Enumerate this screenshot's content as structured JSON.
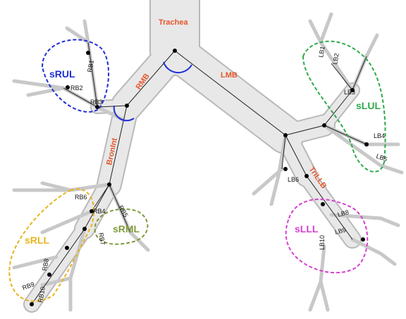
{
  "colors": {
    "segment_label": "#e4572e",
    "sRUL": "#1f2fd6",
    "sLUL": "#2eaa4a",
    "sRLL": "#e8b41e",
    "sRML": "#7f9a3a",
    "sLLL": "#d63fd0",
    "airway_fill": "#e8e8e8",
    "airway_stroke": "#b9b9b9",
    "skeleton": "#222222"
  },
  "segments": {
    "trachea": "Trachea",
    "rmb": "RMB",
    "lmb": "LMB",
    "bronint": "BronInt",
    "trillb": "TriLLB"
  },
  "regions": {
    "srul": "sRUL",
    "slul": "sLUL",
    "srll": "sRLL",
    "srml": "sRML",
    "slll": "sLLL"
  },
  "branches": {
    "rb1": "RB1",
    "rb2": "RB2",
    "rb3": "RB3",
    "rb4": "RB4",
    "rb5": "RB5",
    "rb6": "RB6",
    "rb7": "RB7",
    "rb8": "RB8",
    "rb9": "RB9",
    "rb10": "RB10",
    "lb1": "LB1",
    "lb2": "LB2",
    "lb3": "LB3",
    "lb4": "LB4",
    "lb5": "LB5",
    "lb6": "LB6",
    "lb8": "LB8",
    "lb9": "LB9",
    "lb10": "LB10"
  }
}
